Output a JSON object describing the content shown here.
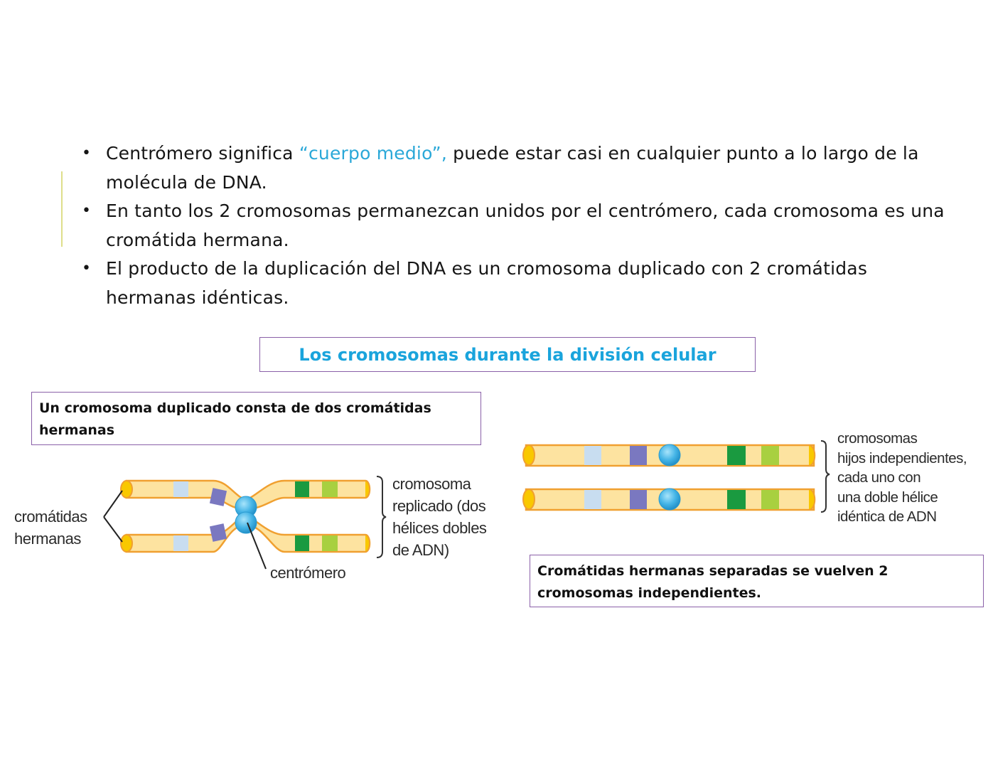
{
  "slide": {
    "bullets": [
      {
        "pre": "Centrómero significa ",
        "highlight": "“cuerpo medio”,",
        "post": " puede estar casi en cualquier punto a lo largo de la molécula de DNA."
      },
      {
        "pre": "En tanto los 2 cromosomas permanezcan unidos por el centrómero, cada cromosoma es una cromátida hermana.",
        "highlight": "",
        "post": ""
      },
      {
        "pre": "El producto de la duplicación del DNA es un cromosoma duplicado con 2 cromátidas hermanas idénticas.",
        "highlight": "",
        "post": ""
      }
    ],
    "bullet_glyph": "•",
    "section_title": "Los cromosomas durante la división celular",
    "caption_left": "Un cromosoma duplicado consta de dos cromátidas hermanas",
    "caption_right": "Cromátidas hermanas separadas se vuelven 2 cromosomas independientes.",
    "colors": {
      "highlight": "#2aa8d8",
      "title": "#1aa4dc",
      "box_border": "#8a60a8",
      "accent_line": "#dede8a",
      "chromosome_body": "#fde3a0",
      "chromosome_outline": "#f0a030",
      "telomere": "#f9c800",
      "centromere": "#4ab8e8",
      "band_light_blue": "#c8ddf0",
      "band_purple": "#7a78c0",
      "band_green": "#1a9a40",
      "band_lime": "#a8d040"
    }
  },
  "figure_left": {
    "label_sister_chromatids": [
      "cromátidas",
      "hermanas"
    ],
    "label_replicated": [
      "cromosoma",
      "replicado (dos",
      "hélices dobles",
      "de ADN)"
    ],
    "label_centromere": "centrómero"
  },
  "figure_right": {
    "label_daughters": [
      "cromosomas",
      "hijos independientes,",
      "cada uno con",
      "una doble hélice",
      "idéntica de ADN"
    ]
  }
}
